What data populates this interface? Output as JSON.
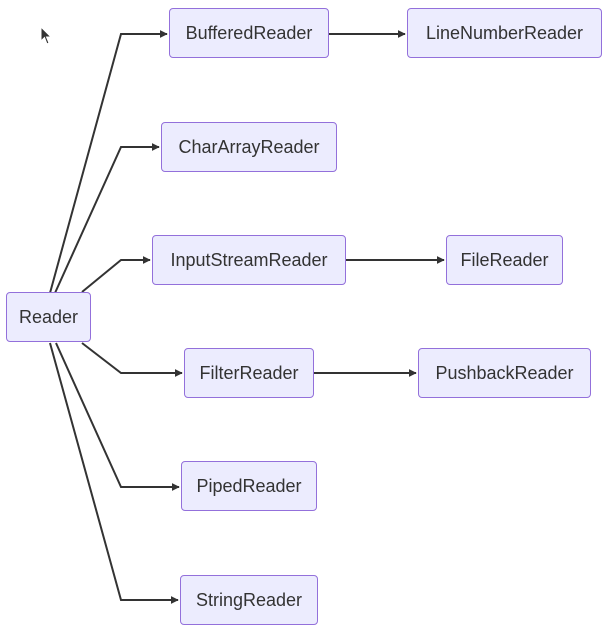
{
  "diagram": {
    "type": "class-hierarchy",
    "nodes": {
      "reader": "Reader",
      "buffered_reader": "BufferedReader",
      "line_number_reader": "LineNumberReader",
      "char_array_reader": "CharArrayReader",
      "input_stream_reader": "InputStreamReader",
      "file_reader": "FileReader",
      "filter_reader": "FilterReader",
      "pushback_reader": "PushbackReader",
      "piped_reader": "PipedReader",
      "string_reader": "StringReader"
    },
    "edges": [
      {
        "from": "Reader",
        "to": "BufferedReader"
      },
      {
        "from": "Reader",
        "to": "CharArrayReader"
      },
      {
        "from": "Reader",
        "to": "InputStreamReader"
      },
      {
        "from": "Reader",
        "to": "FilterReader"
      },
      {
        "from": "Reader",
        "to": "PipedReader"
      },
      {
        "from": "Reader",
        "to": "StringReader"
      },
      {
        "from": "BufferedReader",
        "to": "LineNumberReader"
      },
      {
        "from": "InputStreamReader",
        "to": "FileReader"
      },
      {
        "from": "FilterReader",
        "to": "PushbackReader"
      }
    ],
    "colors": {
      "node_fill": "#ececfe",
      "node_border": "#9370db",
      "edge": "#333333",
      "text": "#333333"
    }
  },
  "cursor_icon": "mouse-pointer-icon"
}
